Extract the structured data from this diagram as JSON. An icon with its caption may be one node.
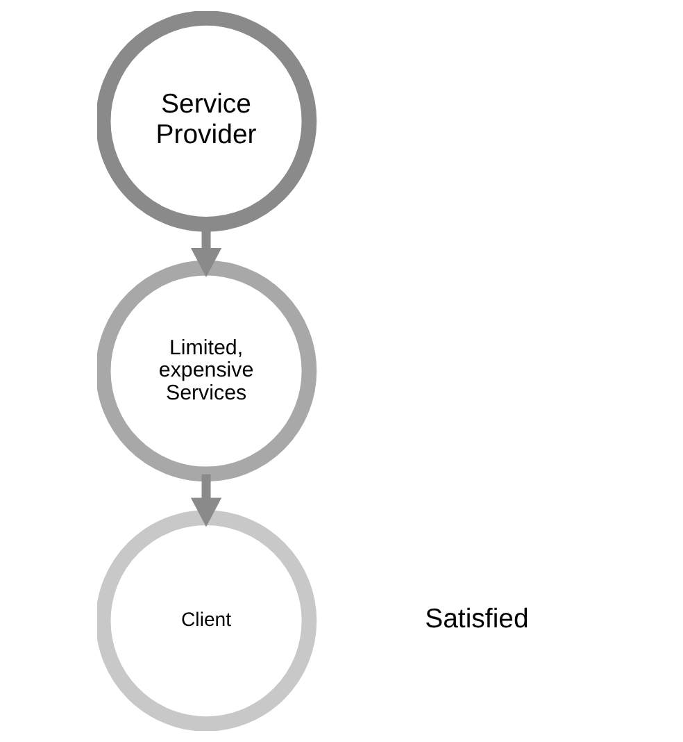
{
  "diagram": {
    "nodes": [
      {
        "text": [
          "Service Provider"
        ]
      },
      {
        "text": [
          "Limited, expensive Services"
        ]
      },
      {
        "text": [
          "Client"
        ]
      }
    ],
    "edges": [
      {
        "from": 0,
        "to": 1,
        "arrow": "to"
      },
      {
        "from": 1,
        "to": 2,
        "arrow": "to"
      }
    ],
    "labels": [
      "Satisfied"
    ]
  }
}
